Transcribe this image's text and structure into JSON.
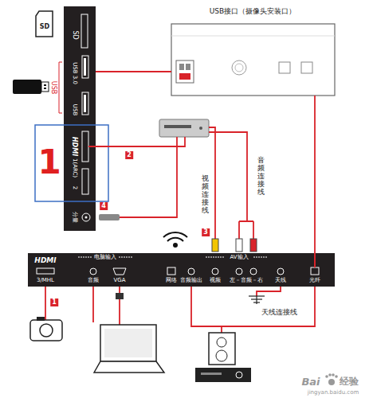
{
  "diagram": {
    "nodes": [
      {
        "text": [
          "SD",
          "USB 3.0",
          "USB",
          "HDMI",
          "1(ARC)",
          "2",
          "分量"
        ]
      },
      {
        "text": [
          "USB接口（摄像头安装口）"
        ]
      },
      {
        "text": [
          "HDMI",
          "3/MHL",
          "电脑输入",
          "音频",
          "VGA",
          "网络",
          "音频输出",
          "AV输入",
          "视频",
          "左－音频－右",
          "天线",
          "光纤"
        ]
      }
    ],
    "edges": [
      {
        "from": 0,
        "to": 1,
        "arrow": "none"
      },
      {
        "from": 2,
        "to": 1,
        "arrow": "none"
      }
    ],
    "labels": [
      "SD",
      "USB",
      "1",
      "2",
      "4",
      "3",
      "1",
      "视频连接线",
      "音频连接线",
      "天线连接线",
      "Bai",
      "经验",
      "jingyan.baidu.com"
    ]
  }
}
